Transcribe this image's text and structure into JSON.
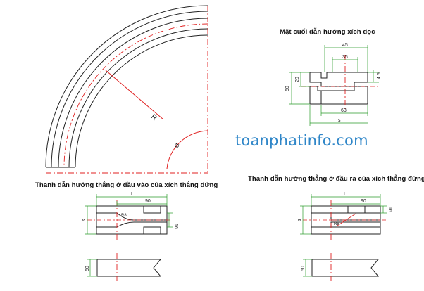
{
  "site": {
    "watermark": "toanphatinfo.com",
    "brand_color": "#2f86c8"
  },
  "colors": {
    "outline": "#222222",
    "centerline": "#e02020",
    "dimension": "#2a9a2a"
  },
  "curve": {
    "radius_label": "R",
    "angle_label": "α"
  },
  "end_face": {
    "title": "Mặt cuối dẫn hướng xích dọc",
    "dims": {
      "top_width": "45",
      "inner_width": "35",
      "height": "50",
      "inner_height": "20",
      "lip": "4.5",
      "bottom_width": "63",
      "overall": "s"
    }
  },
  "entry_guide": {
    "title": "Thanh dẫn hướng thẳng ở đầu vào của xích thẳng đứng",
    "dims": {
      "length": "L",
      "slot_length": "90",
      "radius": "R8",
      "side": "s",
      "gap": "16",
      "height": "50"
    }
  },
  "exit_guide": {
    "title": "Thanh dẫn hướng thẳng ở đầu ra của xích thẳng đứng",
    "dims": {
      "length": "L",
      "slot_length": "90",
      "radius": "R8",
      "side": "s",
      "gap": "16",
      "height": "50"
    }
  }
}
